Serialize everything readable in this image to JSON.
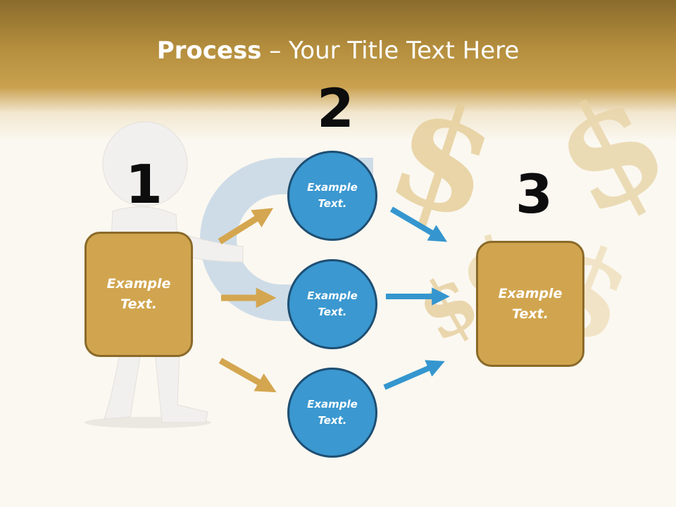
{
  "slide": {
    "title_bold": "Process",
    "title_rest": " – Your Title Text Here"
  },
  "steps": {
    "one": {
      "number": "1",
      "box_line1": "Example",
      "box_line2": "Text."
    },
    "two": {
      "number": "2",
      "circles": [
        {
          "line1": "Example",
          "line2": "Text."
        },
        {
          "line1": "Example",
          "line2": "Text."
        },
        {
          "line1": "Example",
          "line2": "Text."
        }
      ]
    },
    "three": {
      "number": "3",
      "box_line1": "Example",
      "box_line2": "Text."
    }
  },
  "colors": {
    "gold_box": "#d1a54f",
    "gold_arrow": "#d4a64f",
    "blue_circle": "#3b98d0",
    "blue_arrow": "#3596cf",
    "title_band": "#b58f3e"
  }
}
